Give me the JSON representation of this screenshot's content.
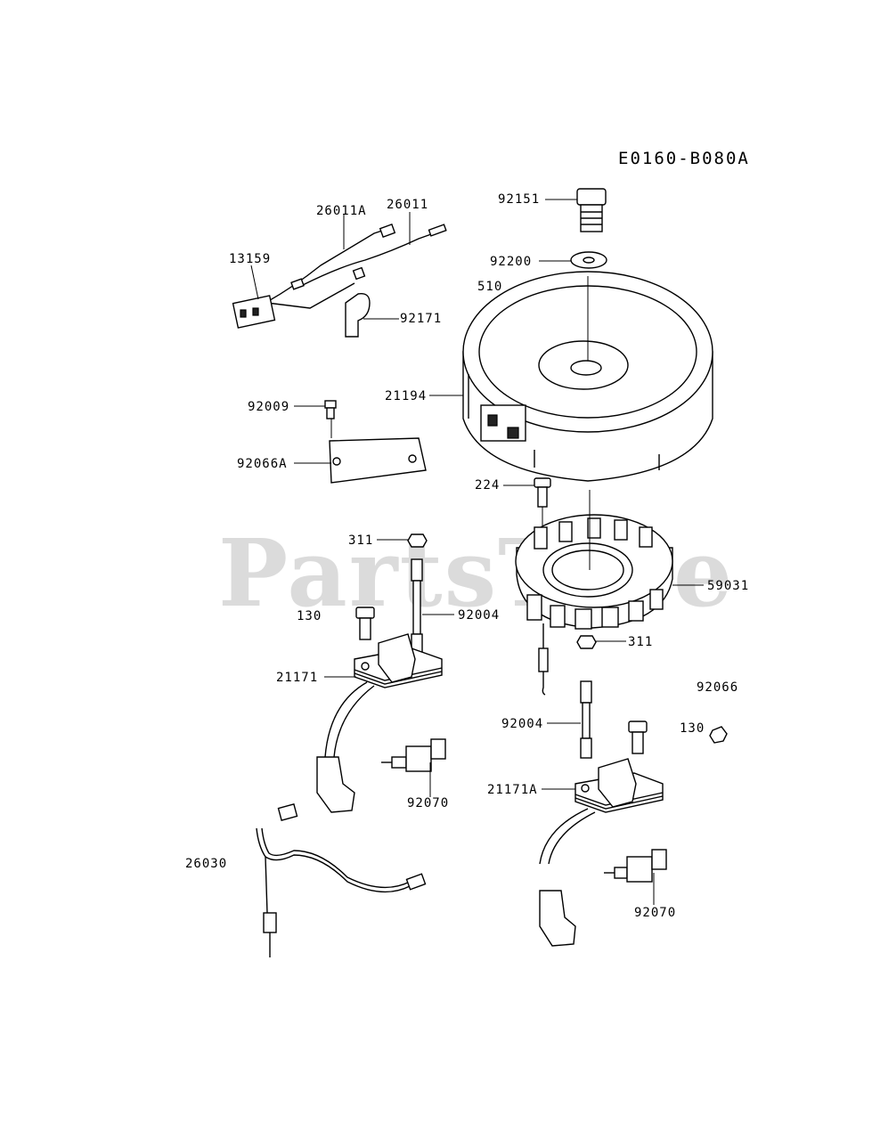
{
  "diagram": {
    "code": "E0160-B080A",
    "watermark": "PartsTree",
    "parts": [
      {
        "id": "p92151",
        "label": "92151"
      },
      {
        "id": "p26011A",
        "label": "26011A"
      },
      {
        "id": "p26011",
        "label": "26011"
      },
      {
        "id": "p13159",
        "label": "13159"
      },
      {
        "id": "p92200",
        "label": "92200"
      },
      {
        "id": "p510",
        "label": "510"
      },
      {
        "id": "p92171",
        "label": "92171"
      },
      {
        "id": "p21194",
        "label": "21194"
      },
      {
        "id": "p92009",
        "label": "92009"
      },
      {
        "id": "p92066A",
        "label": "92066A"
      },
      {
        "id": "p224",
        "label": "224"
      },
      {
        "id": "p311a",
        "label": "311"
      },
      {
        "id": "p59031",
        "label": "59031"
      },
      {
        "id": "p130a",
        "label": "130"
      },
      {
        "id": "p92004a",
        "label": "92004"
      },
      {
        "id": "p311b",
        "label": "311"
      },
      {
        "id": "p21171",
        "label": "21171"
      },
      {
        "id": "p92066",
        "label": "92066"
      },
      {
        "id": "p92004b",
        "label": "92004"
      },
      {
        "id": "p130b",
        "label": "130"
      },
      {
        "id": "p21171A",
        "label": "21171A"
      },
      {
        "id": "p92070a",
        "label": "92070"
      },
      {
        "id": "p26030",
        "label": "26030"
      },
      {
        "id": "p92070b",
        "label": "92070"
      }
    ]
  }
}
